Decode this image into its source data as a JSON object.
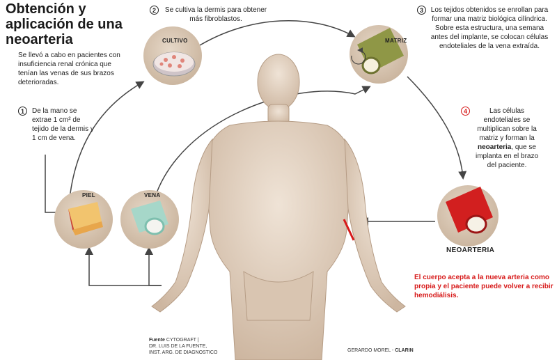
{
  "title": "Obtención y aplicación de una neoarteria",
  "intro": "Se llevó a cabo en pacientes con insuficiencia renal crónica que tenían las venas de sus brazos deterioradas.",
  "steps": [
    {
      "number": "1",
      "text": "De la mano se extrae 1 cm² de tejido de la dermis y 1 cm de vena."
    },
    {
      "number": "2",
      "text": "Se cultiva la dermis para obtener más fibroblastos."
    },
    {
      "number": "3",
      "text": "Los tejidos obtenidos se enrollan para formar una matriz biológica cilíndrica. Sobre esta estructura, una semana antes del implante, se colocan células endoteliales de la vena extraída."
    },
    {
      "number": "4",
      "text_before": "Las células endoteliales se multiplican sobre la matriz y forman la ",
      "text_bold": "neoarteria",
      "text_after": ", que se implanta en el brazo del paciente."
    }
  ],
  "labels": {
    "piel": "PIEL",
    "vena": "VENA",
    "cultivo": "CULTIVO",
    "matriz": "MATRIZ",
    "neoarteria": "NEOARTERIA"
  },
  "conclusion": "El cuerpo acepta a la nueva arteria como propia y el paciente puede volver a recibir hemodiálisis.",
  "source": {
    "label": "Fuente",
    "line1": "CYTOGRAFT |",
    "line2": "DR. LUIS DE LA FUENTE,",
    "line3": "INST. ARG. DE DIAGNOSTICO"
  },
  "credit": {
    "author": "GERARDO MOREL -",
    "outlet": "CLARIN"
  },
  "colors": {
    "circle_bg": "#d9c9b7",
    "arrow": "#444444",
    "accent_red": "#d71a1a",
    "skin": "#e4d2c0"
  }
}
